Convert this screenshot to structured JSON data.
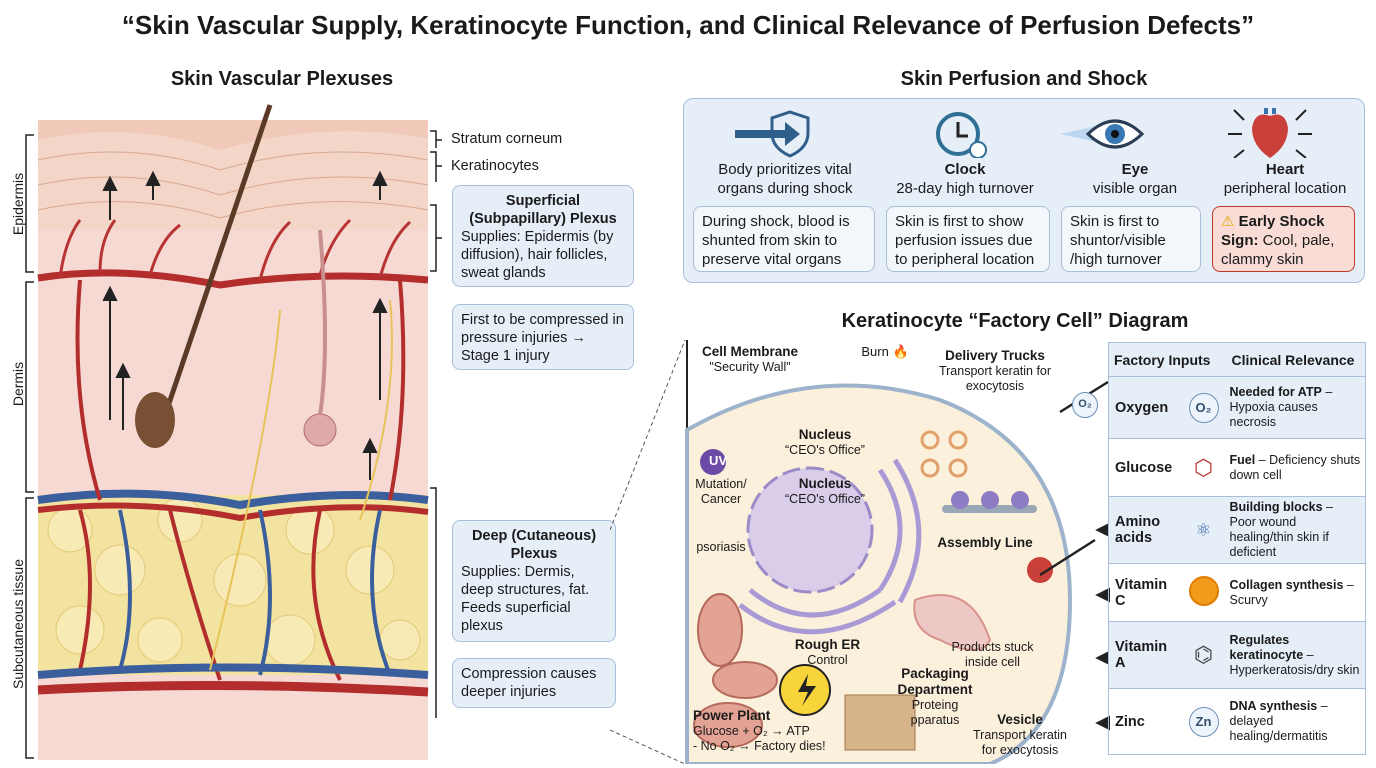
{
  "title": "“Skin Vascular Supply, Keratinocyte Function, and Clinical Relevance of Perfusion Defects”",
  "left": {
    "heading": "Skin Vascular Plexuses",
    "layers": [
      "Epidermis",
      "Dermis",
      "Subcutaneous tissue"
    ],
    "labels": [
      "Stratum corneum",
      "Keratinocytes"
    ],
    "superficial": {
      "title": "Superficial (Subpapillary) Plexus",
      "text": "Supplies: Epidermis (by diffusion), hair follicles, sweat glands"
    },
    "compressed": "First to be compressed in pressure injuries → Stage 1 injury",
    "deep": {
      "title": "Deep (Cutaneous) Plexus",
      "text": "Supplies: Dermis, deep structures, fat. Feeds superficial plexus"
    },
    "deep_note": "Compression causes deeper injuries"
  },
  "perfusion": {
    "heading": "Skin Perfusion and Shock",
    "columns": [
      {
        "icon": "shield-arrow",
        "title": "",
        "subtitle": "Body prioritizes vital organs during shock",
        "box": "During shock, blood is shunted from skin to preserve vital organs"
      },
      {
        "icon": "clock",
        "title": "Clock",
        "subtitle": "28-day high turnover",
        "box": "Skin is first to show perfusion issues due to peripheral location"
      },
      {
        "icon": "eye",
        "title": "Eye",
        "subtitle": "visible organ",
        "box": "Skin is first to shuntor/visible /high turnover"
      },
      {
        "icon": "heart",
        "title": "Heart",
        "subtitle": "peripheral location",
        "box_title": "Early Shock",
        "box_label": "Sign:",
        "box": "Cool, pale, clammy skin"
      }
    ],
    "warning_color": "#c0392b"
  },
  "cell": {
    "heading": "Keratinocyte “Factory Cell” Diagram",
    "membrane": {
      "title": "Cell Membrane",
      "sub": "\"Security Wall\""
    },
    "burn": "Burn",
    "trucks": {
      "title": "Delivery Trucks",
      "sub": "Transport keratin for exocytosis"
    },
    "nucleus_out": {
      "title": "Nucleus",
      "sub": "“CEO's Office”"
    },
    "nucleus_in": {
      "title": "Nucleus",
      "sub": "“CEO's Office”"
    },
    "uv": "UV",
    "mutation": "Mutation/ Cancer",
    "psoriasis": "psoriasis",
    "assembly": "Assembly Line",
    "stuck": "Products stuck inside cell",
    "rough_er": {
      "title": "Rough ER",
      "sub": "Control"
    },
    "packaging": {
      "title": "Packaging Department",
      "sub": "Proteing pparatus"
    },
    "power": {
      "title": "Power Plant",
      "l1": "Glucose + O₂ → ATP",
      "l2": "- No O₂ → Factory dies!"
    },
    "vesicle": {
      "title": "Vesicle",
      "sub": "Transport keratin for exocytosis"
    },
    "o2": "O₂"
  },
  "table": {
    "headers": [
      "Factory Inputs",
      "Clinical Relevance"
    ],
    "rows": [
      {
        "name": "Oxygen",
        "icon": "O₂",
        "bold": "Needed for ATP",
        "text": " – Hypoxia causes necrosis"
      },
      {
        "name": "Glucose",
        "icon": "glucose-molecule",
        "bold": "Fuel",
        "text": " – Deficiency shuts down cell"
      },
      {
        "name": "Amino acids",
        "icon": "amino-acid-molecule",
        "bold": "Building blocks",
        "text": " – Poor wound healing/thin skin if deficient"
      },
      {
        "name": "Vitamin C",
        "icon": "orange",
        "bold": "Collagen synthesis",
        "text": " – Scurvy"
      },
      {
        "name": "Vitamin A",
        "icon": "retinol-molecule",
        "bold": "Regulates keratinocyte",
        "text": " – Hyperkeratosis/dry skin"
      },
      {
        "name": "Zinc",
        "icon": "Zn",
        "bold": "DNA synthesis",
        "text": " – delayed healing/dermatitis"
      }
    ]
  }
}
